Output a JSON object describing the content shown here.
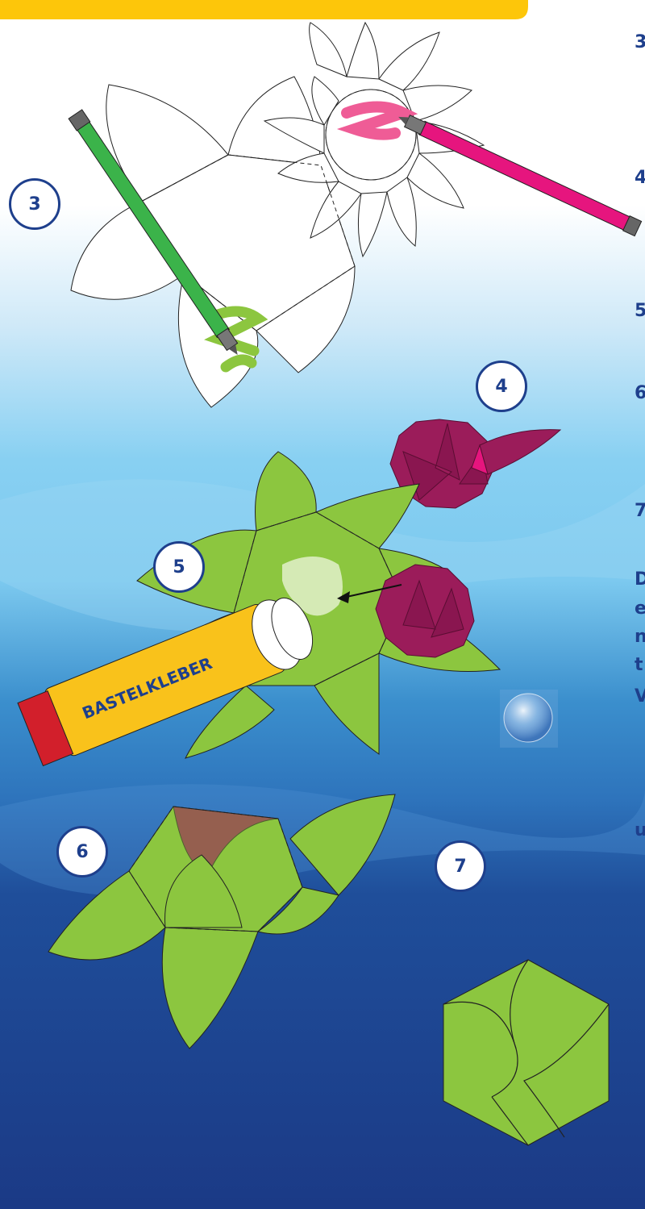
{
  "steps": [
    {
      "number": "3"
    },
    {
      "number": "4"
    },
    {
      "number": "5"
    },
    {
      "number": "6"
    },
    {
      "number": "7"
    }
  ],
  "glue_stick": {
    "label": "BASTELKLEBER"
  },
  "right_edge_fragments": [
    "3",
    "4",
    "5",
    "6",
    "7",
    "D",
    "e",
    "n",
    "t",
    "V",
    "u"
  ],
  "colors": {
    "step_blue": "#1e3f8c",
    "leaf_green": "#8cc63f",
    "flower_purple": "#9b1c5a",
    "marker_pink": "#e6157e",
    "marker_green": "#3bb34a",
    "glue_yellow": "#f9c21b",
    "top_bar_yellow": "#fdc60a"
  }
}
